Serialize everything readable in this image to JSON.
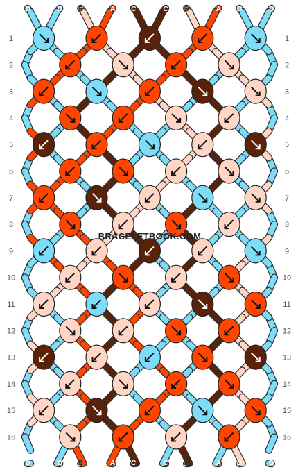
{
  "watermark": "BRACELETBOOK.COM",
  "colors": {
    "A": "#ff4500",
    "B": "#ffd5c5",
    "C": "#5a2208",
    "D": "#7ddcf8"
  },
  "strings_top": [
    "D",
    "D",
    "B",
    "A",
    "C",
    "C",
    "B",
    "A",
    "D",
    "D"
  ],
  "strings_bottom": [
    "D",
    "D",
    "B",
    "A",
    "C",
    "C",
    "B",
    "A",
    "D",
    "D"
  ],
  "rows": [
    {
      "label": "1",
      "knots": [
        {
          "c": "D",
          "d": "R"
        },
        {
          "c": "A",
          "d": "L"
        },
        {
          "c": "C",
          "d": "L"
        },
        {
          "c": "A",
          "d": "L"
        },
        {
          "c": "D",
          "d": "R"
        }
      ]
    },
    {
      "label": "2",
      "knots": [
        {
          "c": "A",
          "d": "L"
        },
        {
          "c": "B",
          "d": "R"
        },
        {
          "c": "A",
          "d": "L"
        },
        {
          "c": "B",
          "d": "R"
        }
      ]
    },
    {
      "label": "3",
      "knots": [
        {
          "c": "A",
          "d": "L"
        },
        {
          "c": "D",
          "d": "R"
        },
        {
          "c": "A",
          "d": "L"
        },
        {
          "c": "C",
          "d": "R"
        },
        {
          "c": "B",
          "d": "R"
        }
      ]
    },
    {
      "label": "4",
      "knots": [
        {
          "c": "A",
          "d": "R"
        },
        {
          "c": "A",
          "d": "L"
        },
        {
          "c": "B",
          "d": "R"
        },
        {
          "c": "B",
          "d": "L"
        }
      ]
    },
    {
      "label": "5",
      "knots": [
        {
          "c": "C",
          "d": "L"
        },
        {
          "c": "A",
          "d": "L"
        },
        {
          "c": "D",
          "d": "R"
        },
        {
          "c": "B",
          "d": "L"
        },
        {
          "c": "C",
          "d": "R"
        }
      ]
    },
    {
      "label": "6",
      "knots": [
        {
          "c": "A",
          "d": "L"
        },
        {
          "c": "A",
          "d": "R"
        },
        {
          "c": "B",
          "d": "L"
        },
        {
          "c": "B",
          "d": "R"
        }
      ]
    },
    {
      "label": "7",
      "knots": [
        {
          "c": "A",
          "d": "L"
        },
        {
          "c": "C",
          "d": "R"
        },
        {
          "c": "B",
          "d": "L"
        },
        {
          "c": "D",
          "d": "R"
        },
        {
          "c": "B",
          "d": "R"
        }
      ]
    },
    {
      "label": "8",
      "knots": [
        {
          "c": "A",
          "d": "R"
        },
        {
          "c": "B",
          "d": "L"
        },
        {
          "c": "A",
          "d": "R"
        },
        {
          "c": "B",
          "d": "L"
        }
      ]
    },
    {
      "label": "9",
      "knots": [
        {
          "c": "D",
          "d": "L"
        },
        {
          "c": "B",
          "d": "L"
        },
        {
          "c": "C",
          "d": "L"
        },
        {
          "c": "B",
          "d": "L"
        },
        {
          "c": "D",
          "d": "R"
        }
      ]
    },
    {
      "label": "10",
      "knots": [
        {
          "c": "B",
          "d": "L"
        },
        {
          "c": "A",
          "d": "R"
        },
        {
          "c": "B",
          "d": "L"
        },
        {
          "c": "A",
          "d": "R"
        }
      ]
    },
    {
      "label": "11",
      "knots": [
        {
          "c": "B",
          "d": "L"
        },
        {
          "c": "D",
          "d": "L"
        },
        {
          "c": "B",
          "d": "L"
        },
        {
          "c": "C",
          "d": "R"
        },
        {
          "c": "A",
          "d": "R"
        }
      ]
    },
    {
      "label": "12",
      "knots": [
        {
          "c": "B",
          "d": "R"
        },
        {
          "c": "B",
          "d": "L"
        },
        {
          "c": "A",
          "d": "R"
        },
        {
          "c": "A",
          "d": "L"
        }
      ]
    },
    {
      "label": "13",
      "knots": [
        {
          "c": "C",
          "d": "L"
        },
        {
          "c": "B",
          "d": "L"
        },
        {
          "c": "D",
          "d": "L"
        },
        {
          "c": "A",
          "d": "R"
        },
        {
          "c": "C",
          "d": "R"
        }
      ]
    },
    {
      "label": "14",
      "knots": [
        {
          "c": "B",
          "d": "L"
        },
        {
          "c": "B",
          "d": "R"
        },
        {
          "c": "A",
          "d": "L"
        },
        {
          "c": "A",
          "d": "R"
        }
      ]
    },
    {
      "label": "15",
      "knots": [
        {
          "c": "B",
          "d": "L"
        },
        {
          "c": "C",
          "d": "R"
        },
        {
          "c": "A",
          "d": "L"
        },
        {
          "c": "D",
          "d": "R"
        },
        {
          "c": "A",
          "d": "R"
        }
      ]
    },
    {
      "label": "16",
      "knots": [
        {
          "c": "B",
          "d": "R"
        },
        {
          "c": "A",
          "d": "L"
        },
        {
          "c": "B",
          "d": "L"
        },
        {
          "c": "A",
          "d": "L"
        }
      ]
    }
  ]
}
